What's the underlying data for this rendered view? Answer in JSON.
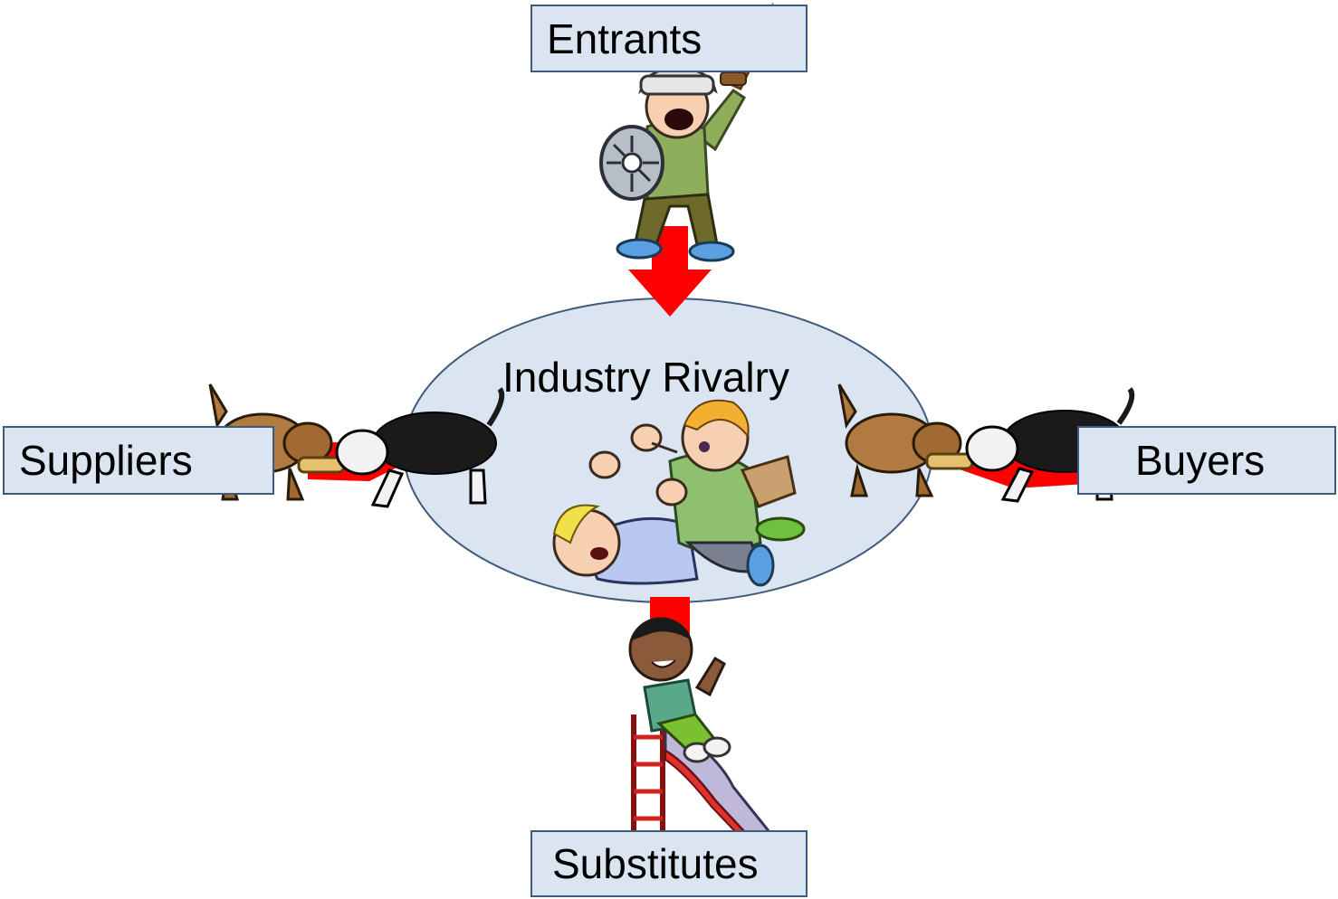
{
  "diagram": {
    "center": {
      "label": "Industry Rivalry"
    },
    "forces": {
      "entrants": {
        "label": "Entrants"
      },
      "suppliers": {
        "label": "Suppliers"
      },
      "buyers": {
        "label": "Buyers"
      },
      "substitutes": {
        "label": "Substitutes"
      }
    },
    "colors": {
      "box_fill": "#dbe5f1",
      "box_border": "#3f5a7a",
      "ellipse_fill": "#dbe5f1",
      "arrow": "#ff0000"
    },
    "illustrations": {
      "entrants": "warrior-child-icon",
      "rivalry": "fighting-children-icon",
      "suppliers": "tug-of-war-dogs-icon",
      "buyers": "tug-of-war-dogs-icon",
      "substitutes": "child-on-slide-icon"
    }
  }
}
